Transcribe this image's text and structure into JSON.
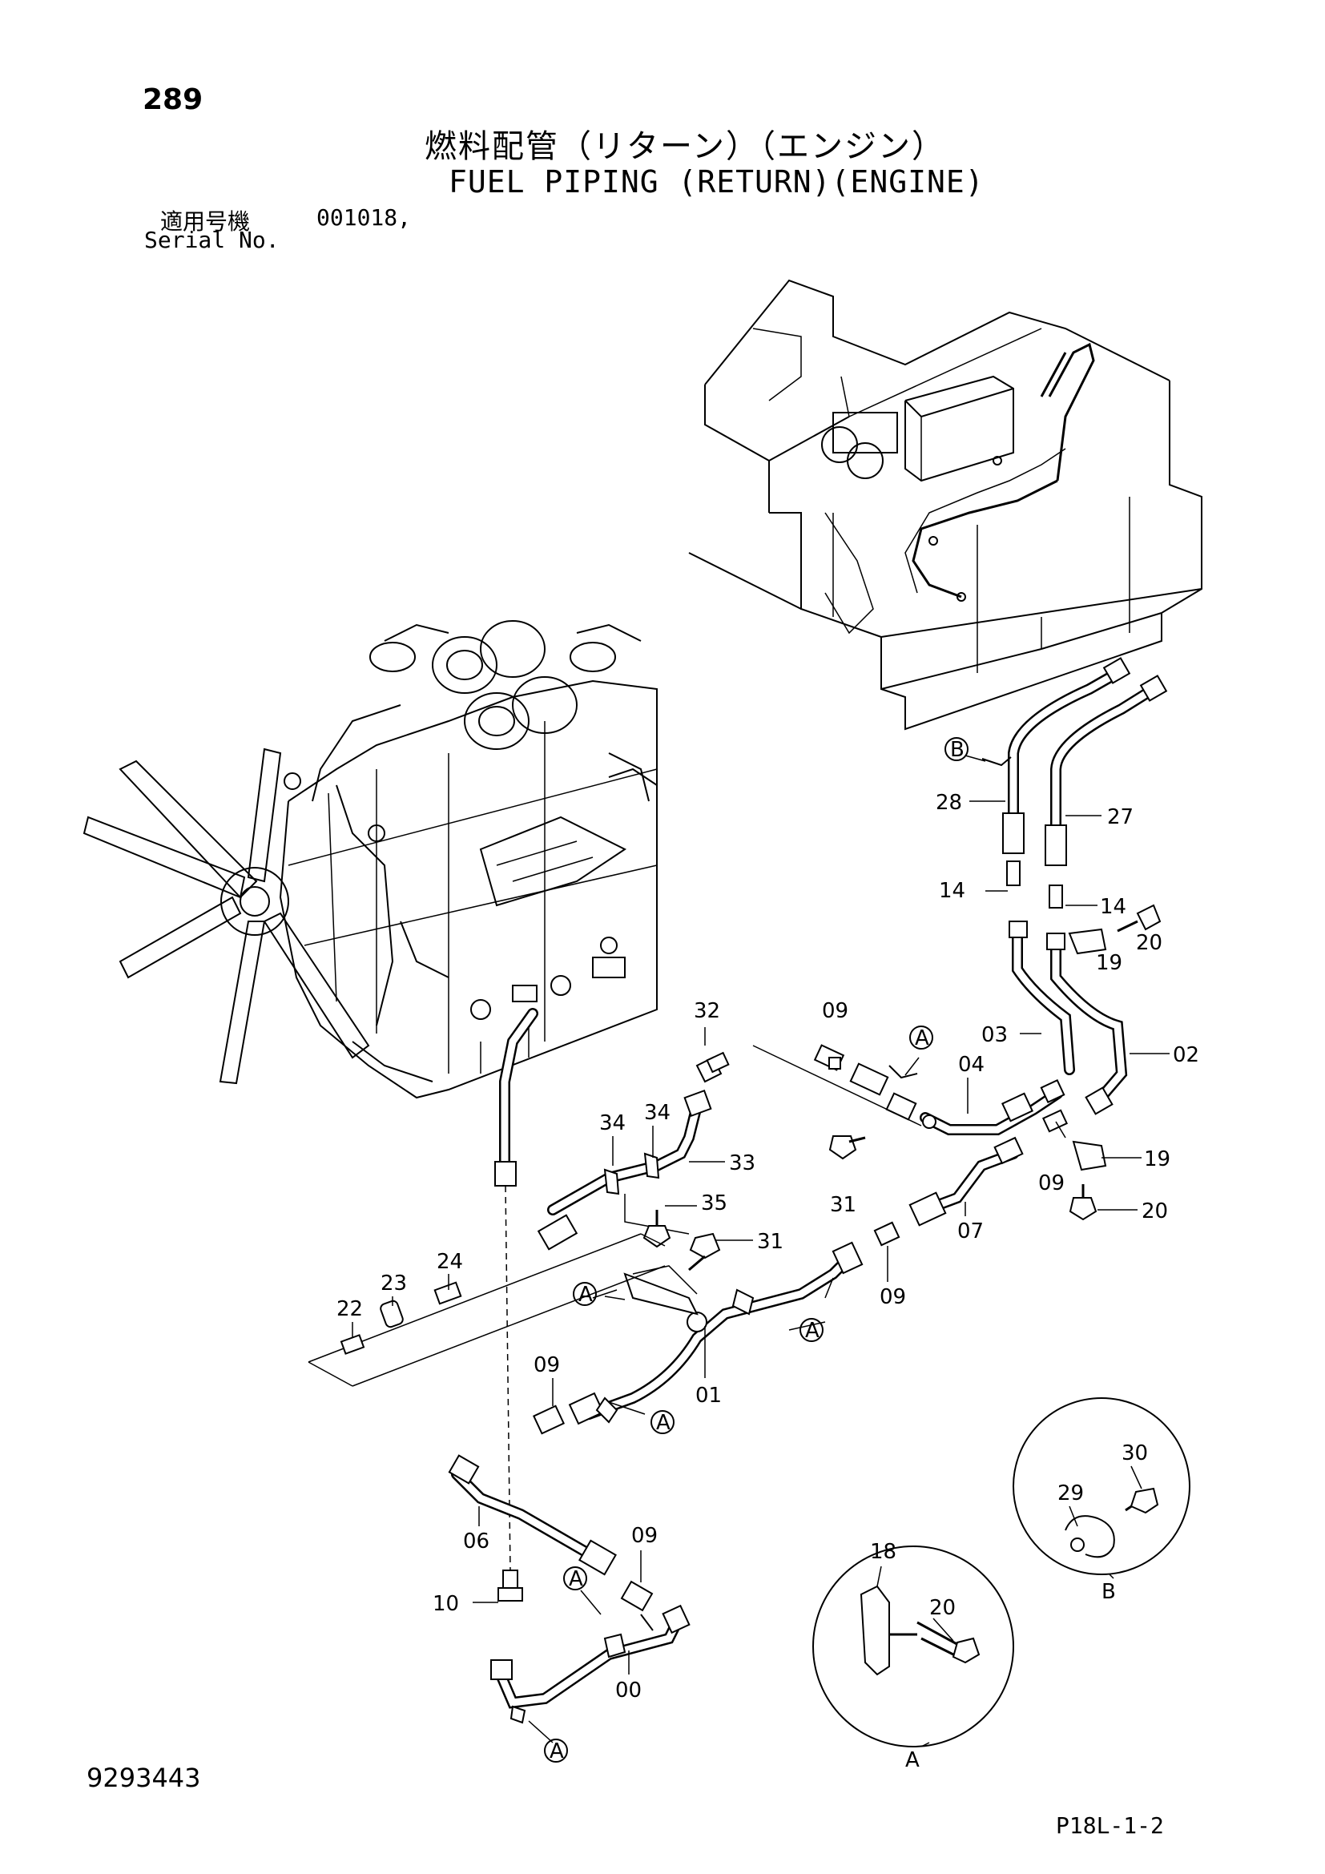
{
  "header": {
    "page_number": "289",
    "title_jp": "燃料配管（リターン）（エンジン）",
    "title_en": "FUEL PIPING (RETURN)(ENGINE)",
    "serial_label_jp": "適用号機",
    "serial_value": "001018,",
    "serial_label_en": "Serial No."
  },
  "footer": {
    "document_id": "9293443",
    "page_code": "P18L-1-2"
  },
  "callouts": {
    "c28": "28",
    "c27": "27",
    "c14a": "14",
    "c14b": "14",
    "c20a": "20",
    "c19a": "19",
    "c03": "03",
    "c02": "02",
    "c32": "32",
    "c09a": "09",
    "c04": "04",
    "c34a": "34",
    "c34b": "34",
    "c33": "33",
    "c31a": "31",
    "c19b": "19",
    "c09b": "09",
    "c20b": "20",
    "c35": "35",
    "c07": "07",
    "c24": "24",
    "c23": "23",
    "c22": "22",
    "c31b": "31",
    "c09c": "09",
    "c01": "01",
    "c09d": "09",
    "c06": "06",
    "c09e": "09",
    "c10": "10",
    "c00": "00",
    "c18": "18",
    "c20c": "20",
    "c29": "29",
    "c30": "30"
  },
  "markers": {
    "b_top": "B",
    "a1": "A",
    "a2": "A",
    "a3": "A",
    "a4": "A",
    "a5": "A",
    "a6": "A"
  },
  "detail_views": {
    "detail_a_label": "A",
    "detail_b_label": "B"
  }
}
